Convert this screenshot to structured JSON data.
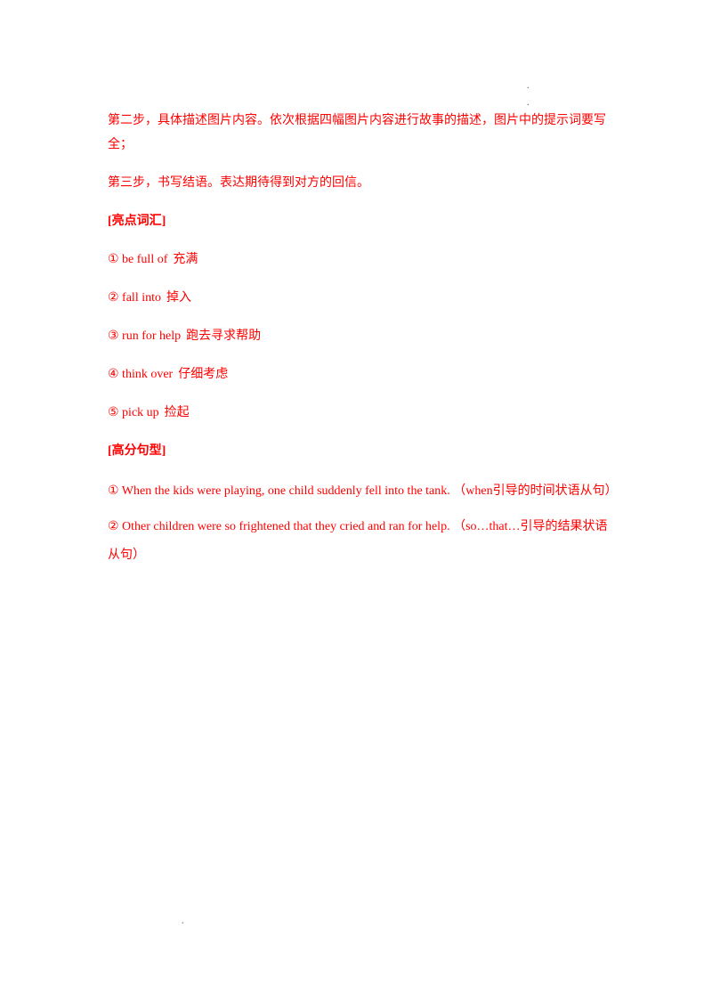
{
  "colors": {
    "text": "#ff0000",
    "background": "#ffffff"
  },
  "steps": [
    "第二步，具体描述图片内容。依次根据四幅图片内容进行故事的描述，图片中的提示词要写全；",
    "第三步，书写结语。表达期待得到对方的回信。"
  ],
  "vocab": {
    "heading": "[亮点词汇]",
    "items": [
      {
        "en": "① be full of",
        "zh": "充满"
      },
      {
        "en": "② fall into",
        "zh": "掉入"
      },
      {
        "en": "③ run for help",
        "zh": "跑去寻求帮助"
      },
      {
        "en": "④ think over",
        "zh": "仔细考虑"
      },
      {
        "en": "⑤ pick up",
        "zh": "捡起"
      }
    ]
  },
  "sentences": {
    "heading": "[高分句型]",
    "items": [
      "① When the kids were playing, one child suddenly fell into the tank. （when引导的时间状语从句）",
      "② Other children were so frightened that they cried and ran for help. （so…that…引导的结果状语从句）"
    ]
  },
  "marks": {
    "dot": "."
  }
}
